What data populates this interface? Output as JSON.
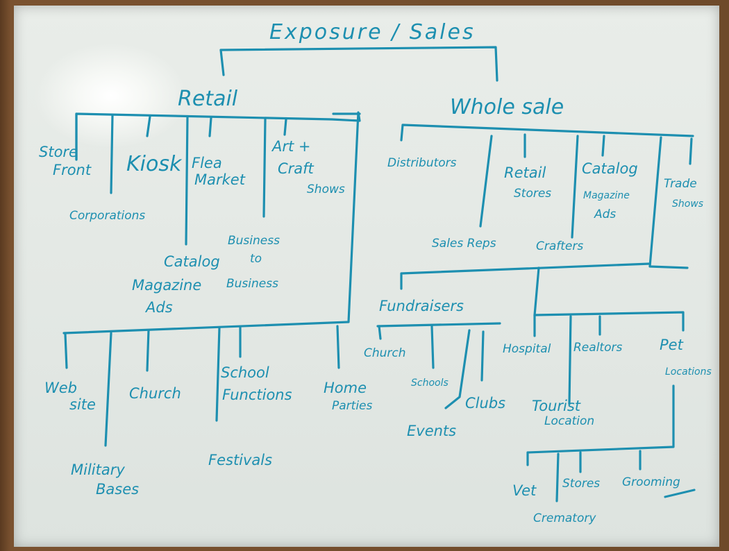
{
  "colors": {
    "marker": "#1d8fb0",
    "board": "#e5e9e6",
    "frame": "#6e4a2a"
  },
  "root": "Exposure / Sales",
  "retail": {
    "label": "Retail",
    "top_row": [
      "Store",
      "Front",
      "Kiosk",
      "Flea",
      "Market",
      "Art +",
      "Craft",
      "Shows"
    ],
    "corporations": "Corporations",
    "catalog": [
      "Catalog",
      "Magazine",
      "Ads"
    ],
    "b2b": [
      "Business",
      "to",
      "Business"
    ],
    "bottom_row": {
      "web": [
        "Web",
        "site"
      ],
      "church": "Church",
      "school": [
        "School",
        "Functions"
      ],
      "home": [
        "Home",
        "Parties"
      ],
      "military": [
        "Military",
        "Bases"
      ],
      "festivals": "Festivals"
    }
  },
  "wholesale": {
    "label": "Whole sale",
    "distributors": "Distributors",
    "retail_stores": [
      "Retail",
      "Stores"
    ],
    "catalog": [
      "Catalog",
      "Magazine",
      "Ads"
    ],
    "trade": [
      "Trade",
      "Shows"
    ],
    "sales_reps": "Sales Reps",
    "crafters": "Crafters",
    "fundraisers": {
      "label": "Fundraisers",
      "church": "Church",
      "schools": "Schools",
      "clubs": "Clubs",
      "events": "Events"
    },
    "hospital": "Hospital",
    "realtors": "Realtors",
    "pet": [
      "Pet",
      "Locations"
    ],
    "tourist": [
      "Tourist",
      "Location"
    ],
    "pet_children": {
      "vet": "Vet",
      "stores": "Stores",
      "grooming": "Grooming",
      "crematory": "Crematory"
    }
  }
}
